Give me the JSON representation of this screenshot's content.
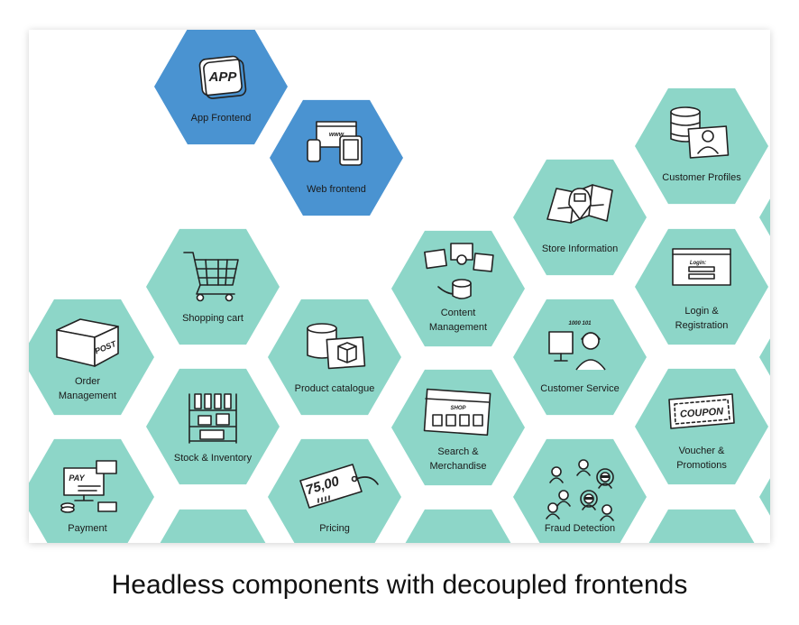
{
  "colors": {
    "teal": "#8dd6c8",
    "blue": "#4a93d1",
    "ink": "#222222"
  },
  "components": [
    {
      "id": "app-frontend",
      "label": [
        "App Frontend"
      ],
      "kind": "frontend",
      "icon": "app-icon"
    },
    {
      "id": "web-frontend",
      "label": [
        "Web frontend"
      ],
      "kind": "frontend",
      "icon": "devices-icon"
    },
    {
      "id": "customer-profiles",
      "label": [
        "Customer Profiles"
      ],
      "kind": "component",
      "icon": "customer-profile-icon"
    },
    {
      "id": "store-information",
      "label": [
        "Store Information"
      ],
      "kind": "component",
      "icon": "map-pin-icon"
    },
    {
      "id": "shopping-cart",
      "label": [
        "Shopping cart"
      ],
      "kind": "component",
      "icon": "shopping-cart-icon"
    },
    {
      "id": "content-management",
      "label": [
        "Content",
        "Management"
      ],
      "kind": "component",
      "icon": "content-management-icon"
    },
    {
      "id": "login-registration",
      "label": [
        "Login &",
        "Registration"
      ],
      "kind": "component",
      "icon": "login-form-icon"
    },
    {
      "id": "order-management",
      "label": [
        "Order",
        "Management"
      ],
      "kind": "component",
      "icon": "post-box-icon"
    },
    {
      "id": "product-catalogue",
      "label": [
        "Product catalogue"
      ],
      "kind": "component",
      "icon": "product-catalogue-icon"
    },
    {
      "id": "customer-service",
      "label": [
        "Customer Service"
      ],
      "kind": "component",
      "icon": "headset-agent-icon"
    },
    {
      "id": "stock-inventory",
      "label": [
        "Stock & Inventory"
      ],
      "kind": "component",
      "icon": "shelf-icon"
    },
    {
      "id": "search-merchandise",
      "label": [
        "Search &",
        "Merchandise"
      ],
      "kind": "component",
      "icon": "shop-browser-icon"
    },
    {
      "id": "voucher-promotions",
      "label": [
        "Voucher &",
        "Promotions"
      ],
      "kind": "component",
      "icon": "coupon-icon"
    },
    {
      "id": "payment",
      "label": [
        "Payment"
      ],
      "kind": "component",
      "icon": "payment-terminal-icon"
    },
    {
      "id": "pricing",
      "label": [
        "Pricing"
      ],
      "kind": "component",
      "icon": "price-tag-icon"
    },
    {
      "id": "fraud-detection",
      "label": [
        "Fraud Detection"
      ],
      "kind": "component",
      "icon": "people-network-icon"
    }
  ],
  "icon_text": {
    "app": "APP",
    "www": "www",
    "post": "POST",
    "login": "Login:",
    "pay": "PAY",
    "price": "75,00",
    "coupon": "COUPON",
    "shop": "SHOP",
    "service": "1000 101"
  },
  "caption": "Headless components with decoupled frontends"
}
